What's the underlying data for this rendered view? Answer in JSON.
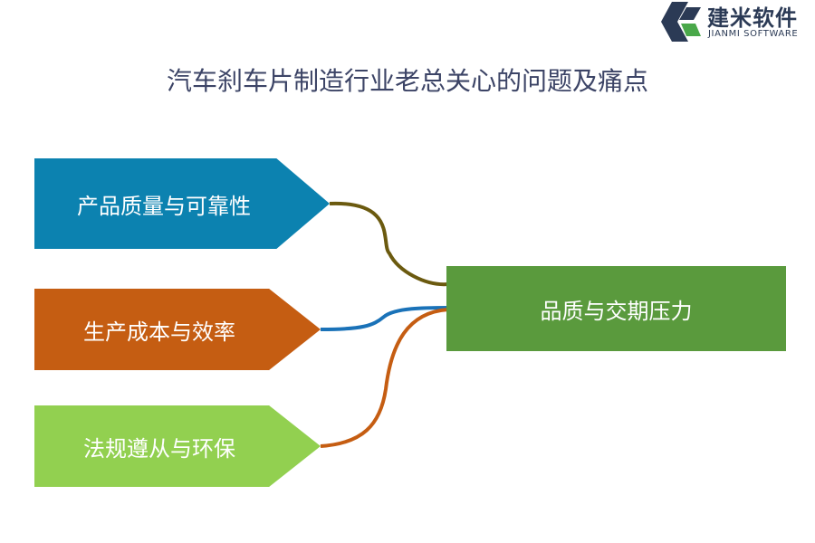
{
  "logo": {
    "name_cn": "建米软件",
    "name_en": "JIANMI SOFTWARE"
  },
  "title": "汽车刹车片制造行业老总关心的问题及痛点",
  "diagram": {
    "sources": [
      {
        "label": "产品质量与可靠性",
        "color": "#0c82b0",
        "connector_color": "#6b5a0f"
      },
      {
        "label": "生产成本与效率",
        "color": "#c55d12",
        "connector_color": "#1a72b8"
      },
      {
        "label": "法规遵从与环保",
        "color": "#92d050",
        "connector_color": "#c55d12"
      }
    ],
    "target": {
      "label": "品质与交期压力",
      "color": "#5a9a3d"
    }
  }
}
